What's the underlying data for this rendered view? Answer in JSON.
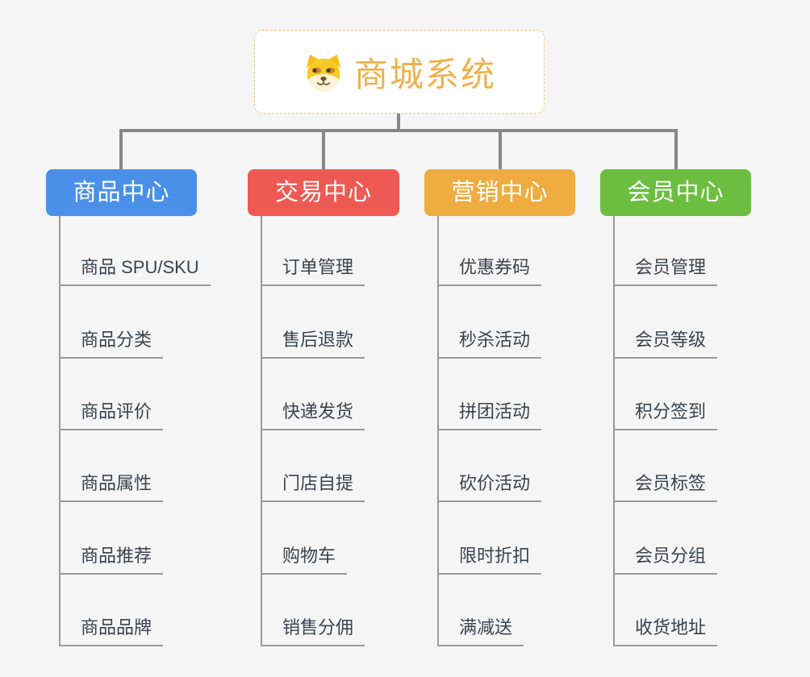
{
  "root": {
    "title": "商城系统",
    "icon": "doge-icon",
    "title_color": "#edb24c",
    "border_color": "#f2c88a"
  },
  "style": {
    "background": "#f5f5f6",
    "connector_color": "#878787",
    "leaf_line_color": "#9a9a9a",
    "leaf_text_color": "#3b434b"
  },
  "branches": [
    {
      "label": "商品中心",
      "color": "#4a90e8",
      "items": [
        "商品 SPU/SKU",
        "商品分类",
        "商品评价",
        "商品属性",
        "商品推荐",
        "商品品牌"
      ]
    },
    {
      "label": "交易中心",
      "color": "#ed5a54",
      "items": [
        "订单管理",
        "售后退款",
        "快递发货",
        "门店自提",
        "购物车",
        "销售分佣"
      ]
    },
    {
      "label": "营销中心",
      "color": "#efac40",
      "items": [
        "优惠券码",
        "秒杀活动",
        "拼团活动",
        "砍价活动",
        "限时折扣",
        "满减送"
      ]
    },
    {
      "label": "会员中心",
      "color": "#6cbe40",
      "items": [
        "会员管理",
        "会员等级",
        "积分签到",
        "会员标签",
        "会员分组",
        "收货地址"
      ]
    }
  ]
}
